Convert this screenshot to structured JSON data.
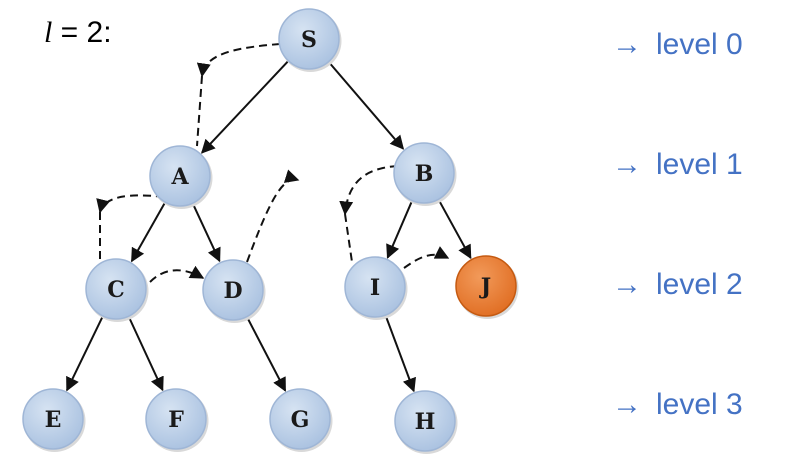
{
  "heading": {
    "variable": "l",
    "rest": " = 2:"
  },
  "colors": {
    "node_fill": "#b8cce4",
    "node_highlight": "#ed7d31",
    "level_text": "#4472c4",
    "edge": "#111111"
  },
  "nodes": [
    {
      "id": "S",
      "label": "S",
      "level": 0
    },
    {
      "id": "A",
      "label": "A",
      "level": 1
    },
    {
      "id": "B",
      "label": "B",
      "level": 1
    },
    {
      "id": "C",
      "label": "C",
      "level": 2
    },
    {
      "id": "D",
      "label": "D",
      "level": 2
    },
    {
      "id": "I",
      "label": "I",
      "level": 2
    },
    {
      "id": "J",
      "label": "J",
      "level": 2,
      "highlighted": true
    },
    {
      "id": "E",
      "label": "E",
      "level": 3
    },
    {
      "id": "F",
      "label": "F",
      "level": 3
    },
    {
      "id": "G",
      "label": "G",
      "level": 3
    },
    {
      "id": "H",
      "label": "H",
      "level": 3
    }
  ],
  "edges": [
    {
      "from": "S",
      "to": "A"
    },
    {
      "from": "S",
      "to": "B"
    },
    {
      "from": "A",
      "to": "C"
    },
    {
      "from": "A",
      "to": "D"
    },
    {
      "from": "B",
      "to": "I"
    },
    {
      "from": "B",
      "to": "J"
    },
    {
      "from": "C",
      "to": "E"
    },
    {
      "from": "C",
      "to": "F"
    },
    {
      "from": "D",
      "to": "G"
    },
    {
      "from": "I",
      "to": "H"
    }
  ],
  "search_path": [
    "S",
    "A",
    "C",
    "D",
    "B",
    "I",
    "J"
  ],
  "levels": [
    {
      "arrow": "→",
      "label": "level 0"
    },
    {
      "arrow": "→",
      "label": "level 1"
    },
    {
      "arrow": "→",
      "label": "level 2"
    },
    {
      "arrow": "→",
      "label": "level 3"
    }
  ]
}
